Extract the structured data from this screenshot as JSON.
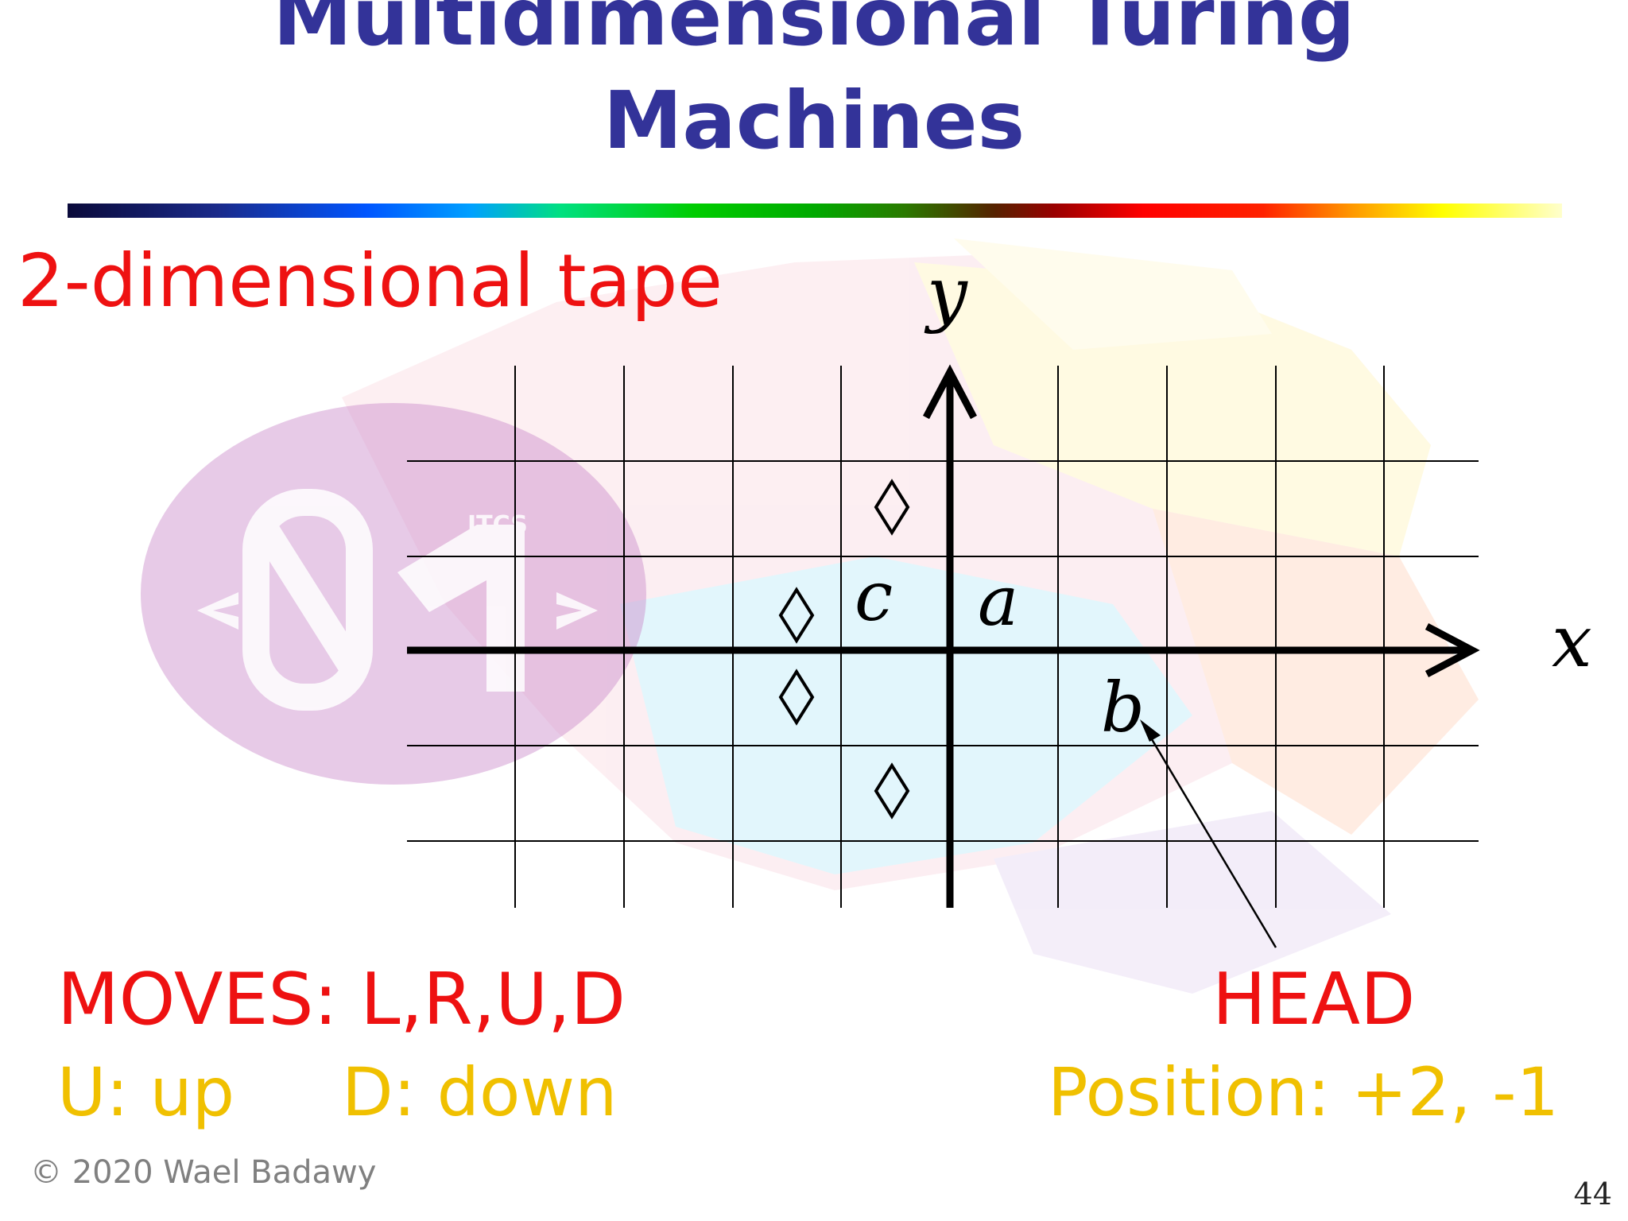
{
  "slide": {
    "title_line_1": "Multidimensional Turing",
    "title_line_2": "Machines",
    "tape_heading": "2-dimensional tape",
    "moves_label": "MOVES: L,R,U,D",
    "up_label": "U: up",
    "down_label": "D: down",
    "head_label": "HEAD",
    "position_label": "Position: +2, -1",
    "copyright": "© 2020 Wael Badawy",
    "page_number": "44",
    "watermark_text": "ITCS",
    "colors": {
      "title": "#333399",
      "red_text": "#ee1111",
      "yellow_text": "#f0c000",
      "copyright": "#808080"
    }
  },
  "diagram": {
    "axis_x_label": "x",
    "axis_y_label": "y",
    "cell_a": "a",
    "cell_b": "b",
    "cell_c": "c",
    "blank_symbol": "◊"
  }
}
